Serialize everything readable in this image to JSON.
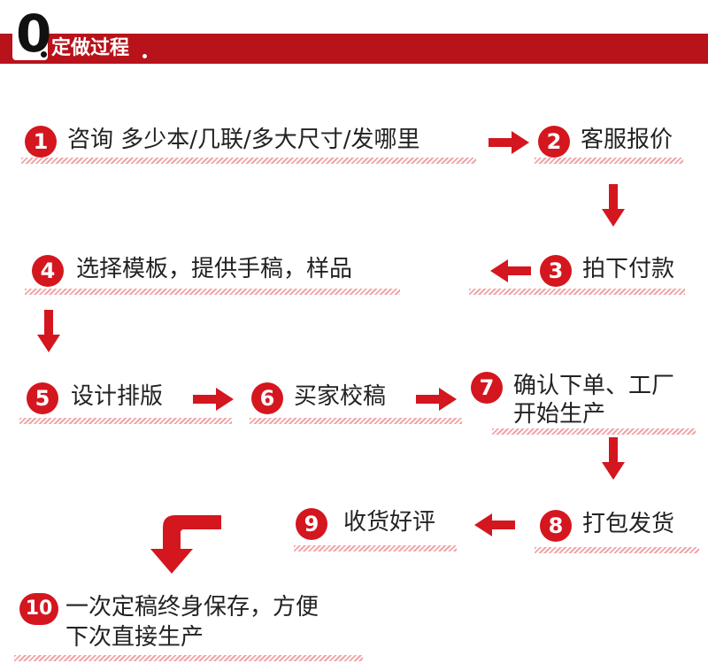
{
  "header": {
    "badge_number": "0",
    "title": "定做过程"
  },
  "steps": [
    {
      "number": "1",
      "text": "咨询 多少本/几联/多大尺寸/发哪里"
    },
    {
      "number": "2",
      "text": "客服报价"
    },
    {
      "number": "3",
      "text": "拍下付款"
    },
    {
      "number": "4",
      "text": "选择模板，提供手稿，样品"
    },
    {
      "number": "5",
      "text": "设计排版"
    },
    {
      "number": "6",
      "text": "买家校稿"
    },
    {
      "number": "7",
      "text": "确认下单、工厂",
      "text2": "开始生产"
    },
    {
      "number": "8",
      "text": "打包发货"
    },
    {
      "number": "9",
      "text": "收货好评"
    },
    {
      "number": "10",
      "text": "一次定稿终身保存，方便",
      "text2": "下次直接生产"
    }
  ],
  "colors": {
    "accent": "#d4161e",
    "header": "#b8121b",
    "underline": "#f1a4a7"
  }
}
